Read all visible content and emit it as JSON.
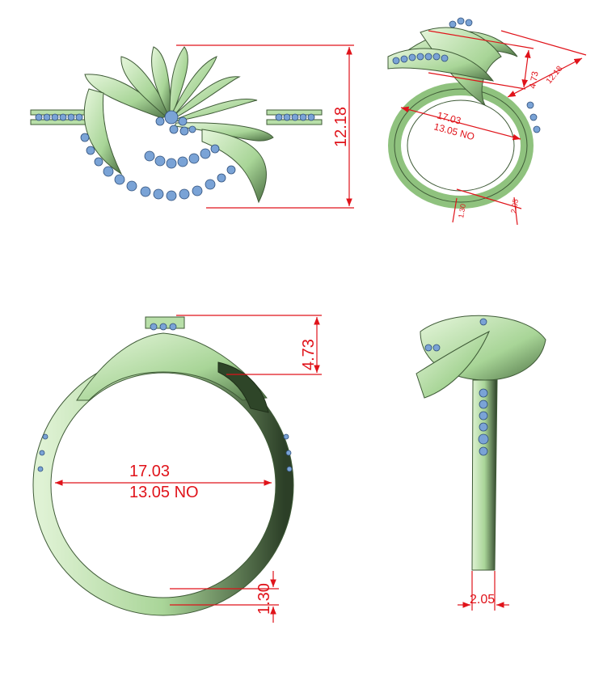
{
  "views": {
    "top_view": {
      "height_label": "12.18"
    },
    "perspective_view": {
      "height_label": "4.73",
      "width_label": "12.18",
      "inner_diameter_label": "17.03",
      "size_label": "13.05 NO",
      "shank_label_a": "1.30",
      "shank_label_b": "2.05"
    },
    "front_view": {
      "head_height_label": "4.73",
      "inner_diameter_label": "17.03",
      "size_label": "13.05 NO",
      "shank_thickness_label": "1.30"
    },
    "side_view": {
      "shank_width_label": "2.05"
    }
  },
  "colors": {
    "dimension": "#e0131a",
    "metal": "#b8dfa9",
    "stone": "#7aa3d6"
  }
}
